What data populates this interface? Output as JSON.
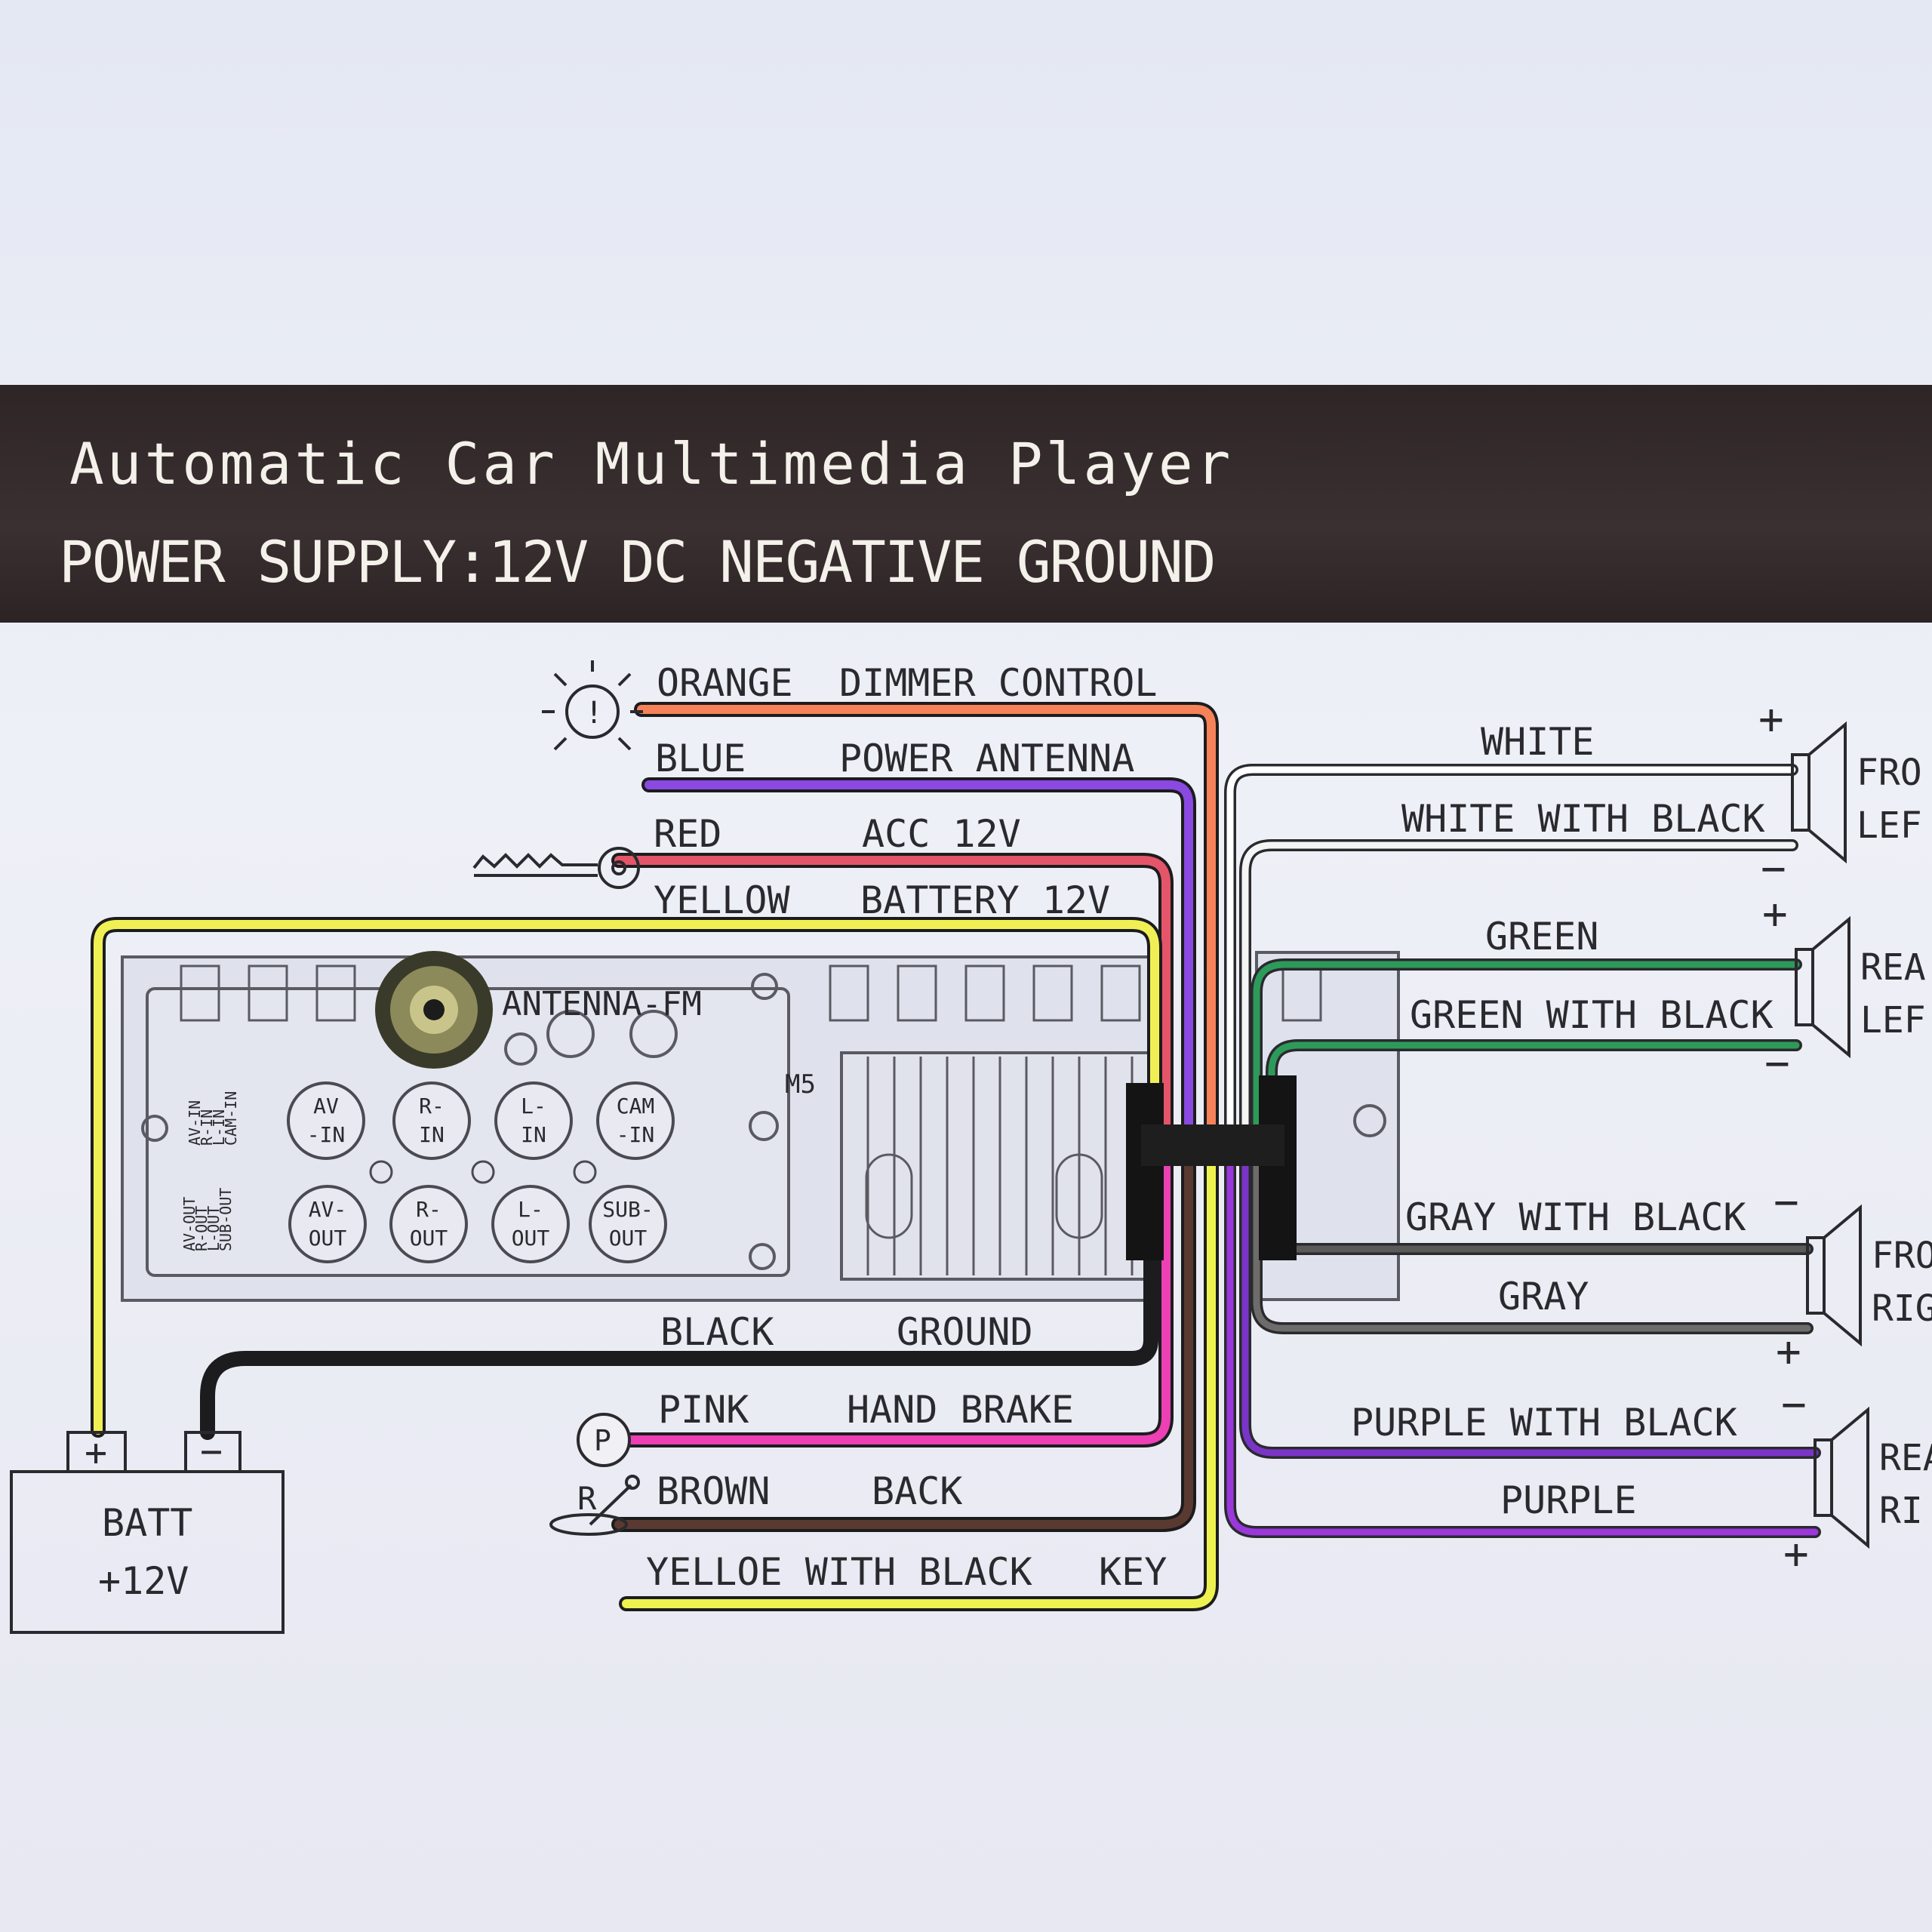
{
  "header": {
    "title": "Automatic Car Multimedia Player",
    "subtitle": "POWER SUPPLY:12V DC NEGATIVE GROUND"
  },
  "wires_left": [
    {
      "color_name": "ORANGE",
      "function": "DIMMER CONTROL",
      "color": "#f6825a"
    },
    {
      "color_name": "BLUE",
      "function": "POWER ANTENNA",
      "color": "#8a49e0"
    },
    {
      "color_name": "RED",
      "function": "ACC 12V",
      "color": "#e4556a"
    },
    {
      "color_name": "YELLOW",
      "function": "BATTERY 12V",
      "color": "#f0f055"
    },
    {
      "color_name": "BLACK",
      "function": "GROUND",
      "color": "#1c1c1e"
    },
    {
      "color_name": "PINK",
      "function": "HAND BRAKE",
      "color": "#ec40b4"
    },
    {
      "color_name": "BROWN",
      "function": "BACK",
      "color": "#5a3a30"
    },
    {
      "color_name": "YELLOE WITH BLACK",
      "function": "KEY",
      "color": "#eef250"
    }
  ],
  "speaker_wires": [
    {
      "label": "WHITE",
      "color": "#ffffff"
    },
    {
      "label": "WHITE WITH BLACK",
      "color": "#f4f4f4"
    },
    {
      "label": "GREEN",
      "color": "#2e9a5a"
    },
    {
      "label": "GREEN WITH BLACK",
      "color": "#2e9a5a"
    },
    {
      "label": "GRAY WITH BLACK",
      "color": "#5c5a58"
    },
    {
      "label": "GRAY",
      "color": "#6e6c6a"
    },
    {
      "label": "PURPLE WITH BLACK",
      "color": "#7a35c8"
    },
    {
      "label": "PURPLE",
      "color": "#9b38dc"
    }
  ],
  "speakers": [
    {
      "line1": "FRO",
      "line2": "LEF"
    },
    {
      "line1": "REA",
      "line2": "LEF"
    },
    {
      "line1": "FRO",
      "line2": "RIG"
    },
    {
      "line1": "REA",
      "line2": "RI"
    }
  ],
  "polarity": {
    "plus": "+",
    "minus": "−"
  },
  "unit": {
    "antenna_label": "ANTENNA-FM",
    "m5_label": "M5",
    "side_labels_in": [
      "AV-IN",
      "R-IN",
      "L-IN",
      "CAM-IN"
    ],
    "side_labels_out": [
      "AV-OUT",
      "R-OUT",
      "L-OUT",
      "SUB-OUT"
    ],
    "rca_jacks": [
      {
        "line1": "AV",
        "line2": "-IN"
      },
      {
        "line1": "R-",
        "line2": "IN"
      },
      {
        "line1": "L-",
        "line2": "IN"
      },
      {
        "line1": "CAM",
        "line2": "-IN"
      },
      {
        "line1": "AV-",
        "line2": "OUT"
      },
      {
        "line1": "R-",
        "line2": "OUT"
      },
      {
        "line1": "L-",
        "line2": "OUT"
      },
      {
        "line1": "SUB-",
        "line2": "OUT"
      }
    ]
  },
  "battery": {
    "line1": "BATT",
    "line2": "+12V",
    "plus": "+",
    "minus": "−"
  },
  "symbols": {
    "park": "P",
    "reverse": "R",
    "warning": "!"
  }
}
